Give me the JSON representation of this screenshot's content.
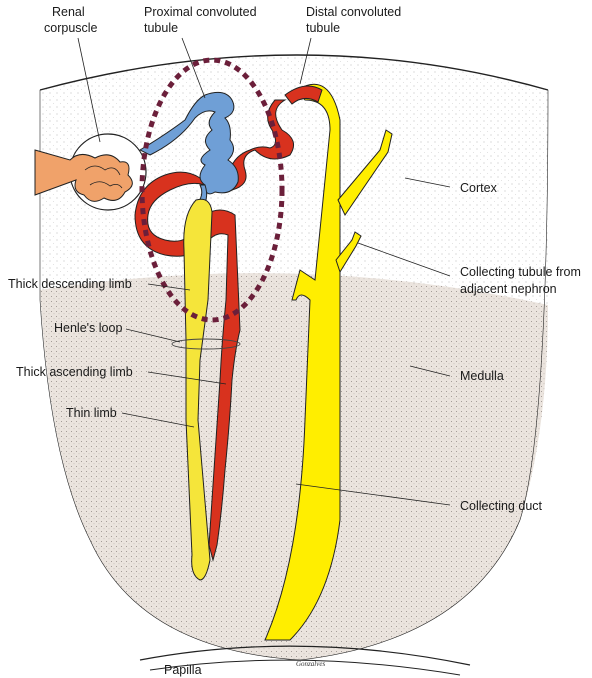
{
  "labels": {
    "renal_corpuscle_1": "Renal",
    "renal_corpuscle_2": "corpuscle",
    "proximal_1": "Proximal convoluted",
    "proximal_2": "tubule",
    "distal_1": "Distal convoluted",
    "distal_2": "tubule",
    "cortex": "Cortex",
    "thick_descending": "Thick descending limb",
    "collecting_tubule_1": "Collecting tubule from",
    "collecting_tubule_2": "adjacent nephron",
    "henles_loop": "Henle's loop",
    "thick_ascending": "Thick ascending limb",
    "medulla": "Medulla",
    "thin_limb": "Thin limb",
    "collecting_duct": "Collecting duct",
    "papilla": "Papilla",
    "signature": "Gonzalves"
  },
  "colors": {
    "proximal_tubule": "#6f9fd6",
    "distal_tubule": "#d8321e",
    "loop_yellow": "#f5e53a",
    "collecting": "#ffee00",
    "glomerulus": "#f0a26a",
    "medulla_fill": "#ebe4de",
    "cortex_boundary_dash": "#6b1f3a"
  }
}
